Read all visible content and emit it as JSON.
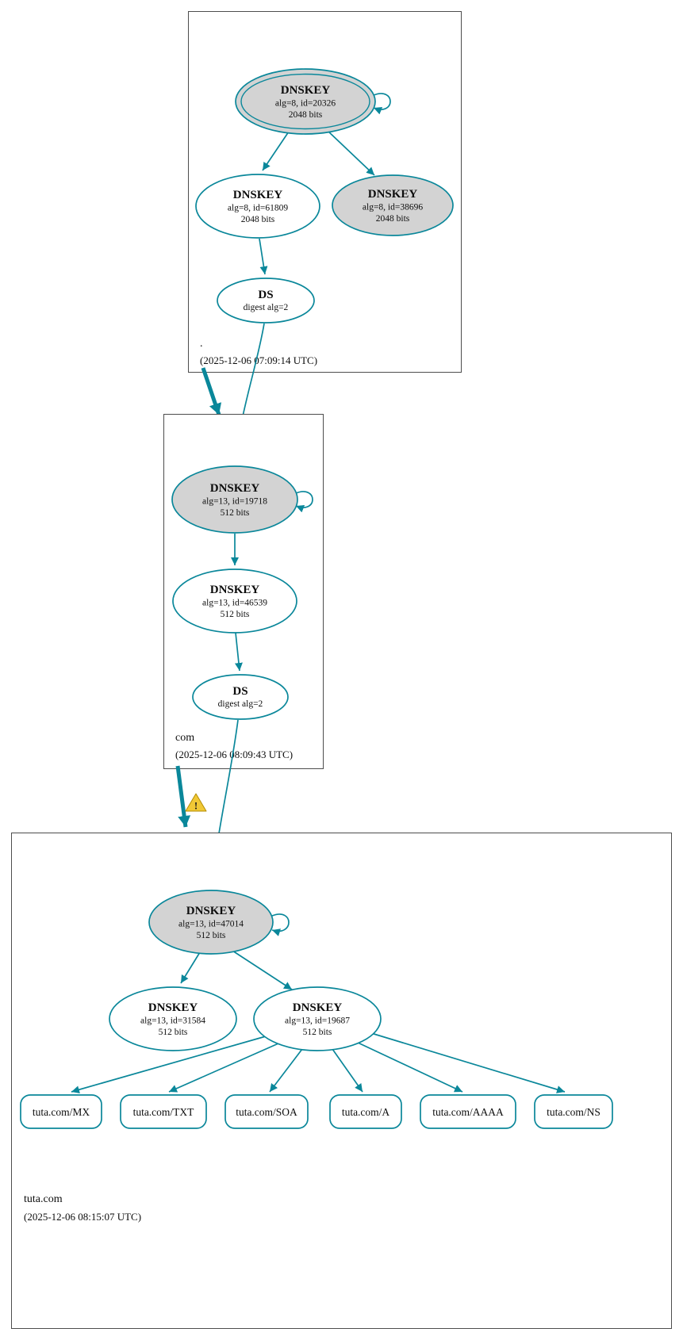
{
  "colors": {
    "secure_edge": "#0a879a",
    "ksk_fill": "#d3d3d3",
    "node_fill": "#ffffff",
    "warning_fill": "#f0c836"
  },
  "root_zone": {
    "label": ".",
    "timestamp": "(2025-12-06 07:09:14 UTC)",
    "ksk": {
      "title": "DNSKEY",
      "line1": "alg=8, id=20326",
      "line2": "2048 bits"
    },
    "zsk": {
      "title": "DNSKEY",
      "line1": "alg=8, id=61809",
      "line2": "2048 bits"
    },
    "standby": {
      "title": "DNSKEY",
      "line1": "alg=8, id=38696",
      "line2": "2048 bits"
    },
    "ds": {
      "title": "DS",
      "line1": "digest alg=2"
    }
  },
  "com_zone": {
    "label": "com",
    "timestamp": "(2025-12-06 08:09:43 UTC)",
    "ksk": {
      "title": "DNSKEY",
      "line1": "alg=13, id=19718",
      "line2": "512 bits"
    },
    "zsk": {
      "title": "DNSKEY",
      "line1": "alg=13, id=46539",
      "line2": "512 bits"
    },
    "ds": {
      "title": "DS",
      "line1": "digest alg=2"
    }
  },
  "tuta_zone": {
    "label": "tuta.com",
    "timestamp": "(2025-12-06 08:15:07 UTC)",
    "ksk": {
      "title": "DNSKEY",
      "line1": "alg=13, id=47014",
      "line2": "512 bits"
    },
    "zsk1": {
      "title": "DNSKEY",
      "line1": "alg=13, id=31584",
      "line2": "512 bits"
    },
    "zsk2": {
      "title": "DNSKEY",
      "line1": "alg=13, id=19687",
      "line2": "512 bits"
    },
    "rrsets": [
      {
        "label": "tuta.com/MX"
      },
      {
        "label": "tuta.com/TXT"
      },
      {
        "label": "tuta.com/SOA"
      },
      {
        "label": "tuta.com/A"
      },
      {
        "label": "tuta.com/AAAA"
      },
      {
        "label": "tuta.com/NS"
      }
    ]
  },
  "warning": {
    "mark": "!"
  }
}
